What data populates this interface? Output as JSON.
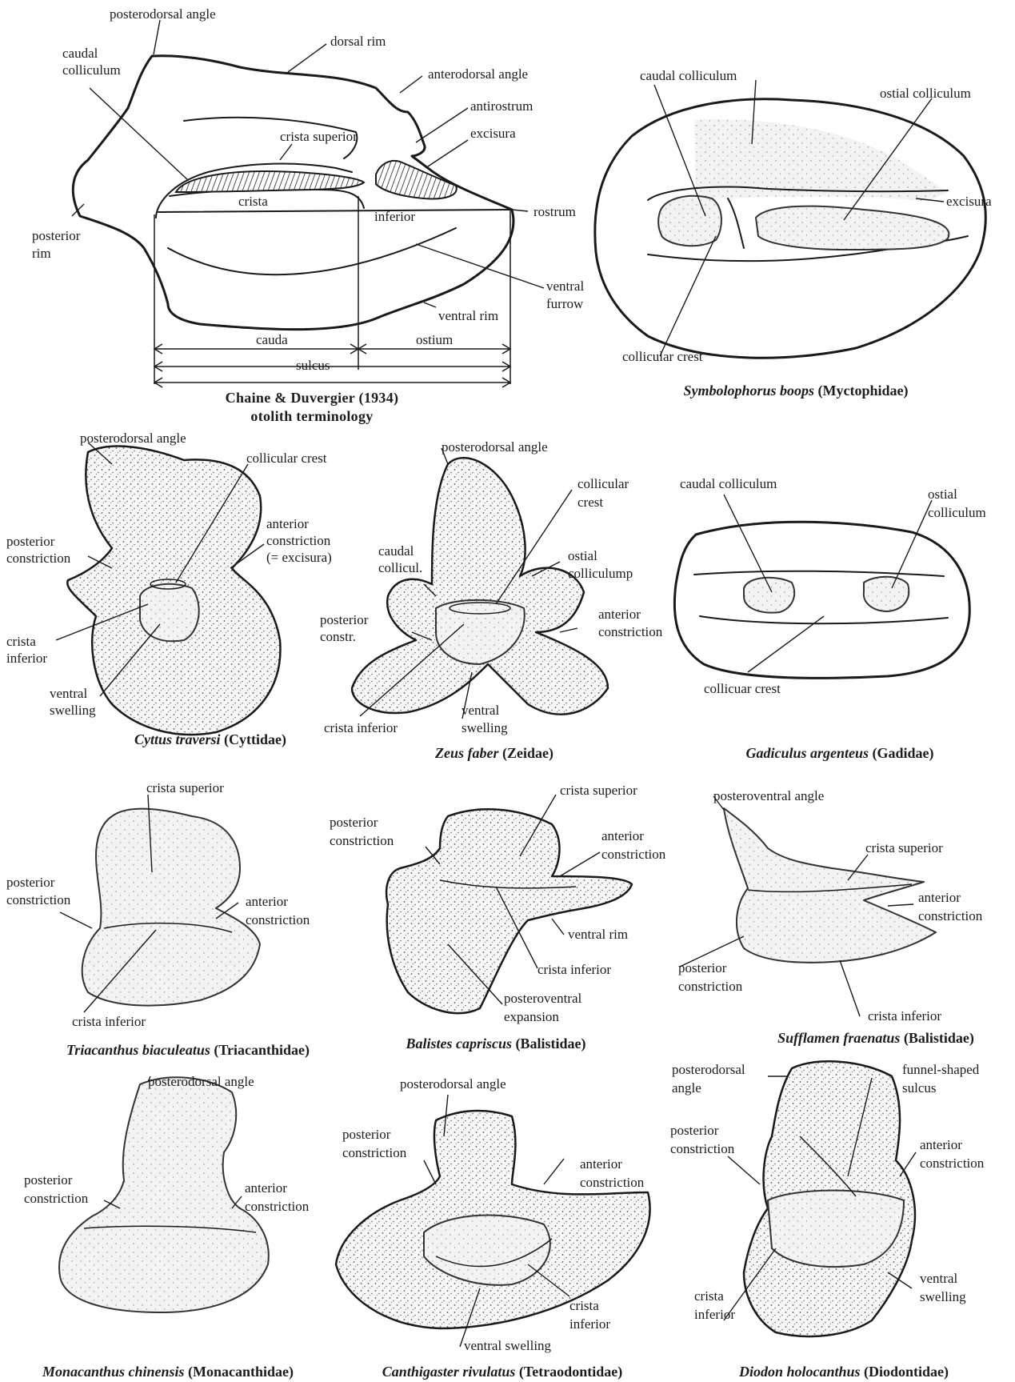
{
  "panels": {
    "chaine": {
      "caption_smallcaps": "Chaine & Duvergier (1934)",
      "caption_line2": "otolith terminology",
      "labels": {
        "posterodorsal_angle": "posterodorsal angle",
        "dorsal_rim": "dorsal rim",
        "caudal_colliculum_1": "caudal",
        "caudal_colliculum_2": "colliculum",
        "anterodorsal_angle": "anterodorsal angle",
        "antirostrum": "antirostrum",
        "crista_superior": "crista superior",
        "excisura": "excisura",
        "crista": "crista",
        "inferior": "inferior",
        "rostrum": "rostrum",
        "posterior_rim_1": "posterior",
        "posterior_rim_2": "rim",
        "ventral_furrow_1": "ventral",
        "ventral_furrow_2": "furrow",
        "ventral_rim": "ventral rim",
        "cauda": "cauda",
        "ostium": "ostium",
        "sulcus": "sulcus"
      }
    },
    "symbolophorus": {
      "caption_species": "Symbolophorus boops",
      "caption_family": "(Myctophidae)",
      "labels": {
        "caudal_colliculum": "caudal colliculum",
        "ostial_colliculum": "ostial colliculum",
        "excisura": "excisura",
        "collicular_crest": "collicular crest"
      }
    },
    "cyttus": {
      "caption_species": "Cyttus traversi",
      "caption_family": "(Cyttidae)",
      "labels": {
        "posterodorsal_angle": "posterodorsal angle",
        "collicular_crest": "collicular crest",
        "posterior_constriction_1": "posterior",
        "posterior_constriction_2": "constriction",
        "anterior_constriction_1": "anterior",
        "anterior_constriction_2": "constriction",
        "anterior_constriction_3": "(= excisura)",
        "crista_inferior_1": "crista",
        "crista_inferior_2": "inferior",
        "ventral_swelling_1": "ventral",
        "ventral_swelling_2": "swelling"
      }
    },
    "zeus": {
      "caption_species": "Zeus faber",
      "caption_family": "(Zeidae)",
      "labels": {
        "posterodorsal_angle": "posterodorsal angle",
        "collicular_crest_1": "collicular",
        "collicular_crest_2": "crest",
        "caudal_collicul_1": "caudal",
        "caudal_collicul_2": "collicul.",
        "ostial_colliculump_1": "ostial",
        "ostial_colliculump_2": "colliculump",
        "posterior_constr_1": "posterior",
        "posterior_constr_2": "constr.",
        "anterior_constriction_1": "anterior",
        "anterior_constriction_2": "constriction",
        "crista_inferior": "crista inferior",
        "ventral_swelling_1": "ventral",
        "ventral_swelling_2": "swelling"
      }
    },
    "gadiculus": {
      "caption_species": "Gadiculus argenteus",
      "caption_family": "(Gadidae)",
      "labels": {
        "caudal_colliculum": "caudal colliculum",
        "ostial_colliculum_1": "ostial",
        "ostial_colliculum_2": "colliculum",
        "collicuar_crest": "collicuar crest"
      }
    },
    "triacanthus": {
      "caption_species": "Triacanthus biaculeatus",
      "caption_family": "(Triacanthidae)",
      "labels": {
        "crista_superior": "crista superior",
        "posterior_constriction_1": "posterior",
        "posterior_constriction_2": "constriction",
        "anterior_constriction_1": "anterior",
        "anterior_constriction_2": "constriction",
        "crista_inferior": "crista inferior"
      }
    },
    "balistes": {
      "caption_species": "Balistes capriscus",
      "caption_family": "(Balistidae)",
      "labels": {
        "crista_superior": "crista superior",
        "posterior_constriction_1": "posterior",
        "posterior_constriction_2": "constriction",
        "anterior_constriction_1": "anterior",
        "anterior_constriction_2": "constriction",
        "ventral_rim": "ventral rim",
        "crista_inferior": "crista inferior",
        "posteroventral_expansion_1": "posteroventral",
        "posteroventral_expansion_2": "expansion"
      }
    },
    "sufflamen": {
      "caption_species": "Sufflamen fraenatus",
      "caption_family": "(Balistidae)",
      "labels": {
        "posteroventral_angle": "posteroventral angle",
        "crista_superior": "crista superior",
        "anterior_constriction_1": "anterior",
        "anterior_constriction_2": "constriction",
        "posterior_constriction_1": "posterior",
        "posterior_constriction_2": "constriction",
        "crista_inferior": "crista inferior"
      }
    },
    "monacanthus": {
      "caption_species": "Monacanthus chinensis",
      "caption_family": "(Monacanthidae)",
      "labels": {
        "posterodorsal_angle": "posterodorsal angle",
        "posterior_constriction_1": "posterior",
        "posterior_constriction_2": "constriction",
        "anterior_constriction_1": "anterior",
        "anterior_constriction_2": "constriction"
      }
    },
    "canthigaster": {
      "caption_species": "Canthigaster rivulatus",
      "caption_family": "(Tetraodontidae)",
      "labels": {
        "posterodorsal_angle": "posterodorsal angle",
        "posterior_constriction_1": "posterior",
        "posterior_constriction_2": "constriction",
        "anterior_constriction_1": "anterior",
        "anterior_constriction_2": "constriction",
        "crista_inferior_1": "crista",
        "crista_inferior_2": "inferior",
        "ventral_swelling": "ventral swelling"
      }
    },
    "diodon": {
      "caption_species": "Diodon holocanthus",
      "caption_family": "(Diodontidae)",
      "labels": {
        "posterodorsal_angle_1": "posterodorsal",
        "posterodorsal_angle_2": "angle",
        "funnel_shaped_sulcus_1": "funnel-shaped",
        "funnel_shaped_sulcus_2": "sulcus",
        "posterior_constriction_1": "posterior",
        "posterior_constriction_2": "constriction",
        "anterior_constriction_1": "anterior",
        "anterior_constriction_2": "constriction",
        "ventral_swelling_1": "ventral",
        "ventral_swelling_2": "swelling",
        "crista_inferior_1": "crista",
        "crista_inferior_2": "inferior"
      }
    }
  }
}
